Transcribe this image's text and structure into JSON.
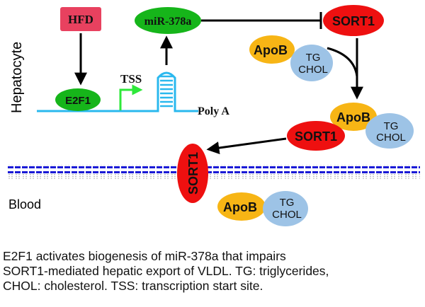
{
  "labels": {
    "region_top": "Hepatocyte",
    "region_bottom": "Blood",
    "hfd": "HFD",
    "e2f1": "E2F1",
    "tss": "TSS",
    "mir": "miR-378a",
    "poly_a": "Poly A",
    "sort1": "SORT1",
    "apob": "ApoB",
    "tg": "TG",
    "chol": "CHOL"
  },
  "caption": {
    "lines": [
      "E2F1 activates biogenesis of miR-378a that impairs",
      "SORT1-mediated hepatic export of VLDL. TG: triglycerides,",
      "CHOL: cholesterol. TSS: transcription start site."
    ]
  },
  "colors": {
    "hfd": "#e8415f",
    "green_node": "#16b51a",
    "tss_arrow": "#2ee83a",
    "dna_line": "#2ab8ee",
    "sort1": "#ee1010",
    "apob": "#f7b515",
    "lipid": "#9dc3e6",
    "membrane": "#1a1ad6"
  }
}
